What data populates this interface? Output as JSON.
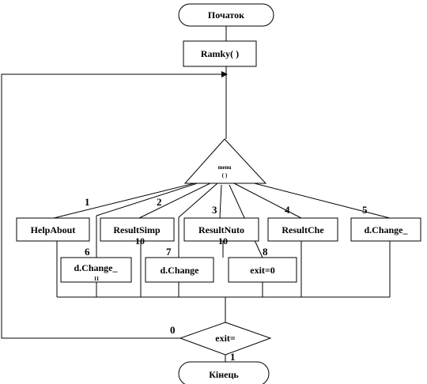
{
  "nodes": {
    "start": "Початок",
    "ramky": "Ramky(   )",
    "menu": "menu",
    "menu_paren": "( )",
    "help_about": "HelpAbout",
    "result_simp": "ResultSimp",
    "result_simp_cut": "10",
    "result_nuto": "ResultNuto",
    "result_nuto_cut": "10",
    "result_che": "ResultChe",
    "d_change_5": "d.Change_",
    "d_change_6": "d.Change_",
    "d_change_6_cut": "11",
    "d_change_7": "d.Change",
    "exit_assign": "exit=0",
    "exit_check": "exit=",
    "end": "Кінець"
  },
  "branch_labels": {
    "b1": "1",
    "b2": "2",
    "b3": "3",
    "b4": "4",
    "b5": "5",
    "b6": "6",
    "b7": "7",
    "b8": "8",
    "exit_no": "0",
    "exit_yes": "1"
  }
}
